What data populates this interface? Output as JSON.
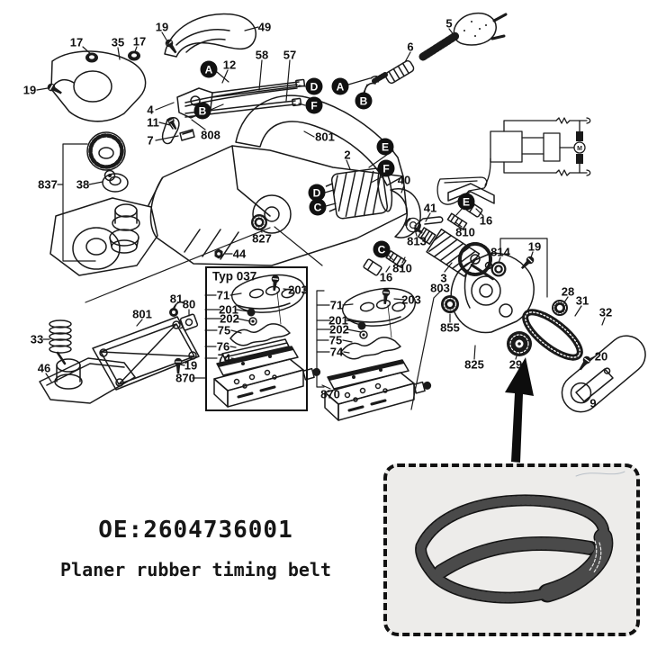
{
  "footer": {
    "oe_number": "OE:2604736001",
    "product_name": "Planer rubber timing belt"
  },
  "box_label": "Typ 037",
  "schematic": {
    "motor_symbol": "M"
  },
  "callouts": [
    "A",
    "B",
    "D",
    "F",
    "A",
    "B",
    "E",
    "F",
    "D",
    "C",
    "E",
    "C"
  ],
  "labels": [
    "17",
    "35",
    "17",
    "19",
    "49",
    "58",
    "57",
    "5",
    "6",
    "12",
    "19",
    "4",
    "11",
    "7",
    "808",
    "801",
    "837",
    "38",
    "2",
    "827",
    "44",
    "40",
    "41",
    "16",
    "810",
    "813",
    "3",
    "803",
    "814",
    "19",
    "28",
    "31",
    "32",
    "20",
    "9",
    "855",
    "825",
    "29",
    "810",
    "16",
    "203",
    "71",
    "201",
    "202",
    "75",
    "76",
    "74",
    "870",
    "203",
    "71",
    "201",
    "202",
    "75",
    "74",
    "870",
    "33",
    "46",
    "801",
    "81",
    "80",
    "19"
  ]
}
